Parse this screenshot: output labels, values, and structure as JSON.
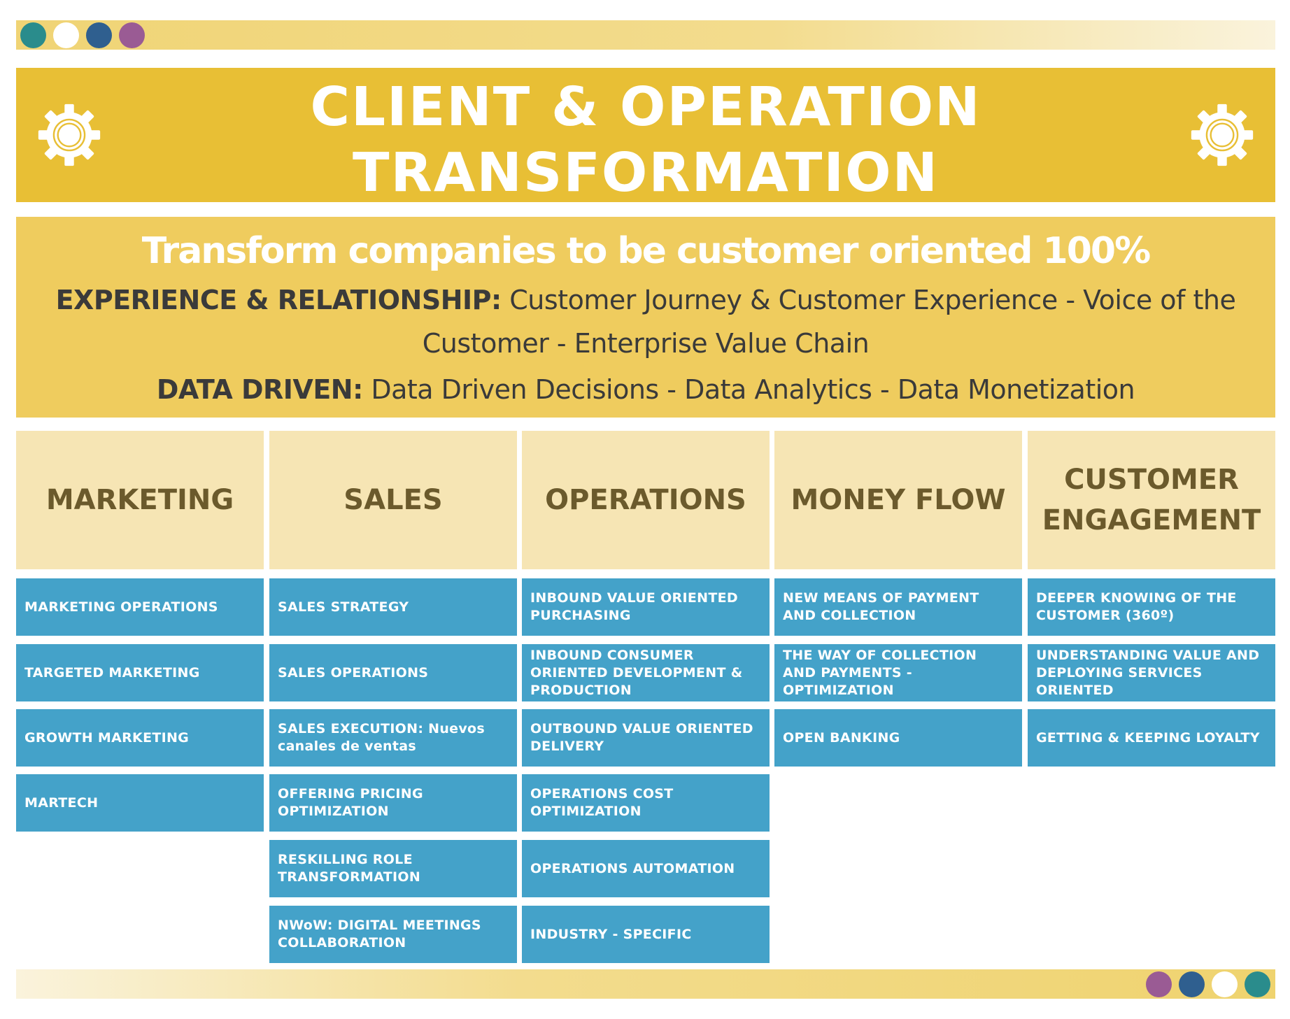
{
  "colors": {
    "title_band": "#e8bf35",
    "subtitle_band": "#efcc5e",
    "header_cell": "#f6e5b4",
    "item_cell": "#44a2c9",
    "dot_teal": "#2a8c8c",
    "dot_white": "#ffffff",
    "dot_navy": "#2f5f8f",
    "dot_purple": "#9a5b94"
  },
  "title": {
    "line1": "CLIENT & OPERATION",
    "line2": "TRANSFORMATION",
    "left_icon": "gear-icon",
    "right_icon": "gear-icon"
  },
  "subtitle": {
    "tagline": "Transform companies to be customer oriented 100%",
    "experience_label": "EXPERIENCE & RELATIONSHIP:",
    "experience_text": " Customer Journey & Customer Experience - Voice of the Customer - Enterprise Value Chain",
    "data_label": "DATA DRIVEN:",
    "data_text": " Data Driven Decisions - Data Analytics - Data Monetization"
  },
  "columns": [
    {
      "header": "MARKETING",
      "items": [
        "MARKETING OPERATIONS",
        "TARGETED MARKETING",
        "GROWTH MARKETING",
        "MARTECH"
      ]
    },
    {
      "header": "SALES",
      "items": [
        "SALES STRATEGY",
        "SALES OPERATIONS",
        "SALES EXECUTION: Nuevos canales de ventas",
        "OFFERING PRICING OPTIMIZATION",
        "RESKILLING ROLE TRANSFORMATION",
        "NWoW: DIGITAL MEETINGS COLLABORATION"
      ]
    },
    {
      "header": "OPERATIONS",
      "items": [
        "INBOUND VALUE ORIENTED PURCHASING",
        "INBOUND CONSUMER ORIENTED DEVELOPMENT & PRODUCTION",
        "OUTBOUND VALUE ORIENTED DELIVERY",
        "OPERATIONS COST OPTIMIZATION",
        "OPERATIONS AUTOMATION",
        "INDUSTRY - SPECIFIC"
      ]
    },
    {
      "header": "MONEY FLOW",
      "items": [
        "NEW MEANS OF PAYMENT AND COLLECTION",
        "THE WAY OF COLLECTION AND PAYMENTS - OPTIMIZATION",
        "OPEN BANKING"
      ]
    },
    {
      "header": "CUSTOMER ENGAGEMENT",
      "items": [
        "DEEPER KNOWING OF THE CUSTOMER (360º)",
        "UNDERSTANDING VALUE AND DEPLOYING SERVICES ORIENTED",
        "GETTING & KEEPING LOYALTY"
      ]
    }
  ]
}
